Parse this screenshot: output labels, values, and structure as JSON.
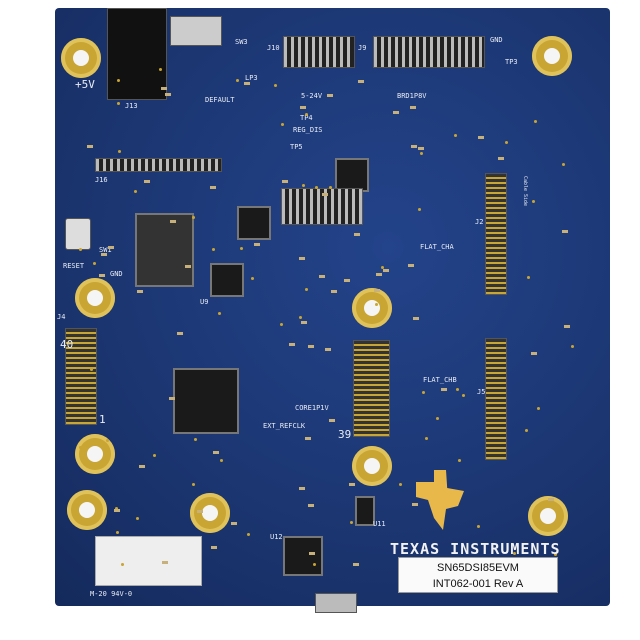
{
  "board": {
    "color": "#1b3570",
    "silkscreen": {
      "power": "+5V",
      "sw3": "SW3",
      "j10": "J10",
      "j9": "J9",
      "gnd_top": "GND",
      "tp3": "TP3",
      "j13": "J13",
      "lp3": "LP3",
      "default": "DEFAULT",
      "reg_dis": "REG_DIS",
      "v524": "5-24V",
      "brd1p8v": "BRD1P8V",
      "tp4": "TP4",
      "tp5": "TP5",
      "j16": "J16",
      "reset": "RESET",
      "sw1": "SW1",
      "gnd_left": "GND",
      "flat_cha": "FLAT_CHA",
      "flat_chb": "FLAT_CHB",
      "j2": "J2",
      "j5": "J5",
      "j4": "J4",
      "u9": "U9",
      "pin40": "40",
      "pin39": "39",
      "pin1": "1",
      "ext_refclk": "EXT_REFCLK",
      "core1p1v": "CORE1P1V",
      "u11": "U11",
      "u12": "U12",
      "mfg": "M-20 94V-0",
      "cable_side": "Cable Side"
    },
    "brand": "TEXAS INSTRUMENTS",
    "label": {
      "line1": "SN65DSI85EVM",
      "line2": "INT062-001 Rev A"
    }
  }
}
